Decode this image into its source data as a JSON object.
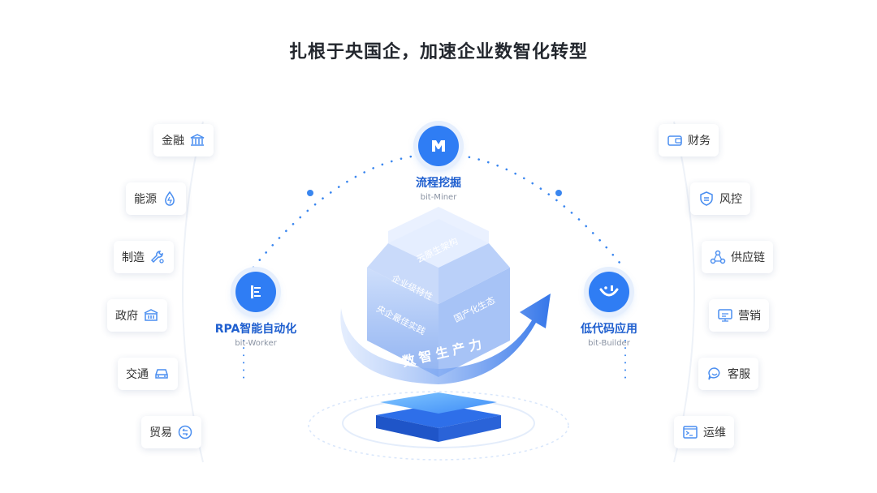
{
  "title": "扎根于央国企，加速企业数智化转型",
  "industries_left": [
    "金融",
    "能源",
    "制造",
    "政府",
    "交通",
    "贸易"
  ],
  "industries_right": [
    "财务",
    "风控",
    "供应链",
    "营销",
    "客服",
    "运维"
  ],
  "products": {
    "top": {
      "name": "流程挖掘",
      "sub": "bit-Miner"
    },
    "left": {
      "name": "RPA智能自动化",
      "sub": "bit-Worker"
    },
    "right": {
      "name": "低代码应用",
      "sub": "bit-Builder"
    }
  },
  "cube": {
    "top_face": "云原生架构",
    "left_upper": "企业级特性",
    "left_lower": "央企最佳实践",
    "right_face": "国产化生态"
  },
  "arrow_text": "数智生产力",
  "colors": {
    "primary": "#2f7df4",
    "light": "#e6effd",
    "icon": "#4a8ef0"
  }
}
